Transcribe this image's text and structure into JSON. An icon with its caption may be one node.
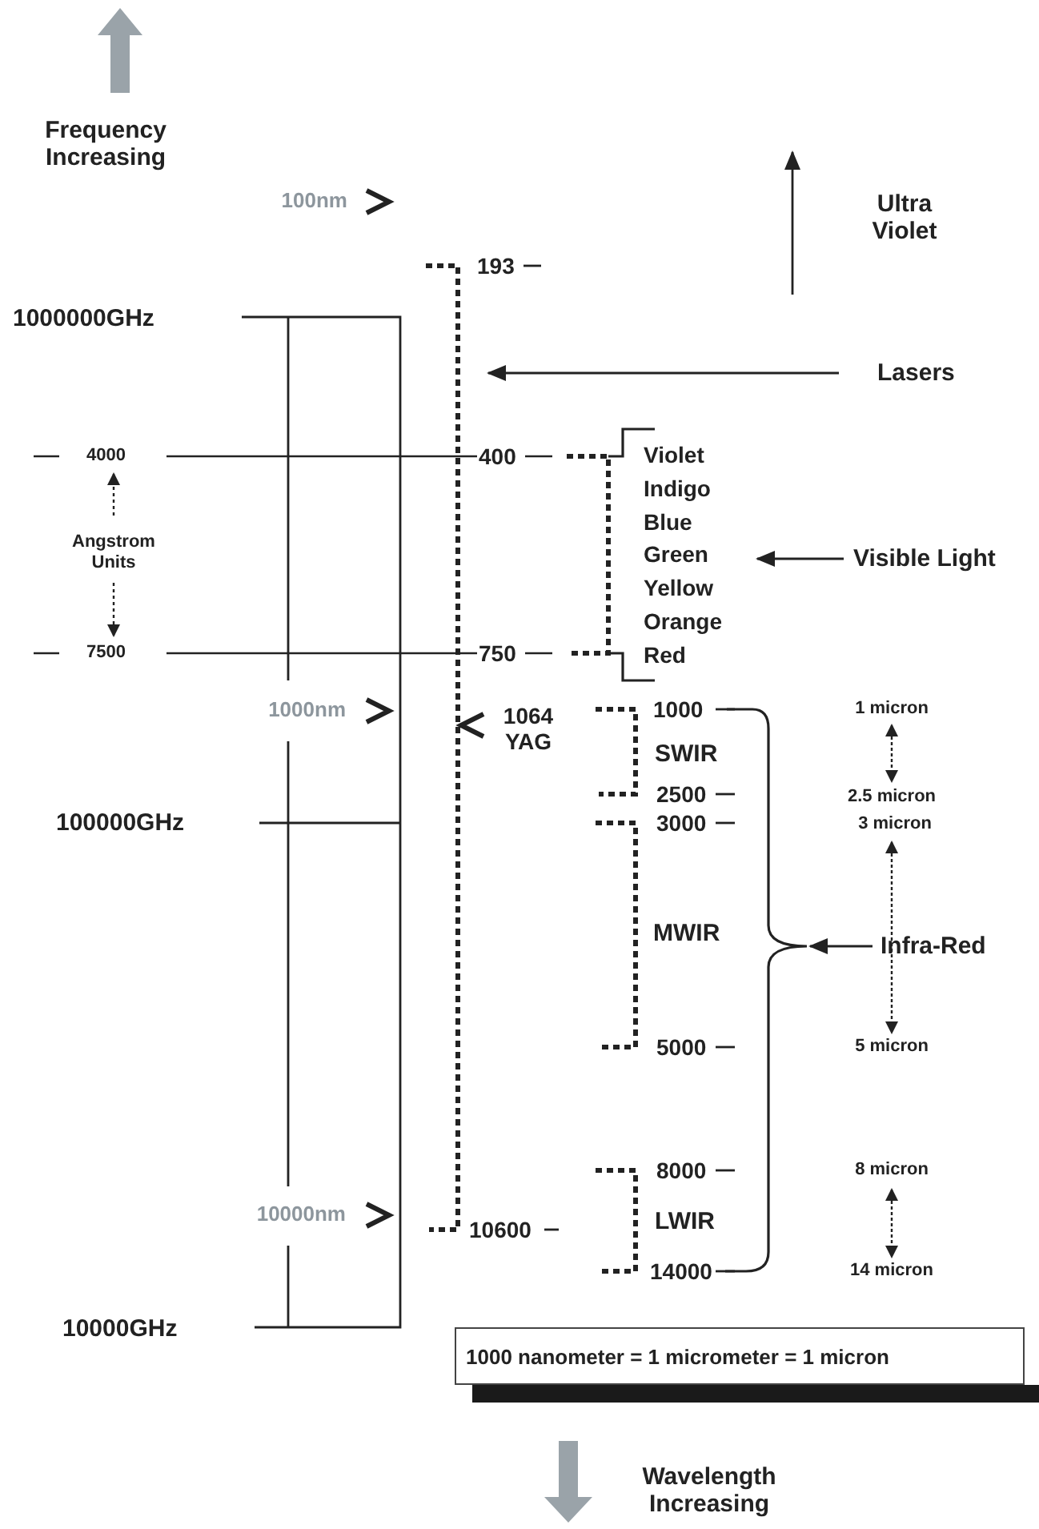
{
  "diagram": {
    "nodes": [
      {
        "text": [
          "Lasers"
        ]
      },
      {
        "text": [
          "Visible Light"
        ]
      },
      {
        "text": [
          "Infra-Red"
        ]
      },
      {
        "text": [
          "1000 nanometer = 1 micrometer = 1 micron"
        ]
      },
      {
        "text": [],
        "shape": "brace"
      }
    ],
    "edges": [
      {
        "from": 0,
        "to": null,
        "arrow": "to"
      },
      {
        "from": 1,
        "to": null,
        "arrow": "to"
      },
      {
        "from": 2,
        "to": 4,
        "arrow": "to"
      }
    ],
    "labels": [
      "Frequency Increasing",
      "100nm",
      "Ultra Violet",
      "193",
      "1000000GHz",
      "4000",
      "400",
      "Violet",
      "Indigo",
      "Blue",
      "Green",
      "Yellow",
      "Orange",
      "Red",
      "Angstrom Units",
      "7500",
      "750",
      "1000nm",
      "1064 YAG",
      "1000",
      "1 micron",
      "SWIR",
      "2500",
      "2.5 micron",
      "100000GHz",
      "3000",
      "3 micron",
      "MWIR",
      "5000",
      "5 micron",
      "8000",
      "8 micron",
      "10000nm",
      "10600",
      "LWIR",
      "14000",
      "14 micron",
      "10000GHz",
      "Wavelength Increasing"
    ]
  }
}
